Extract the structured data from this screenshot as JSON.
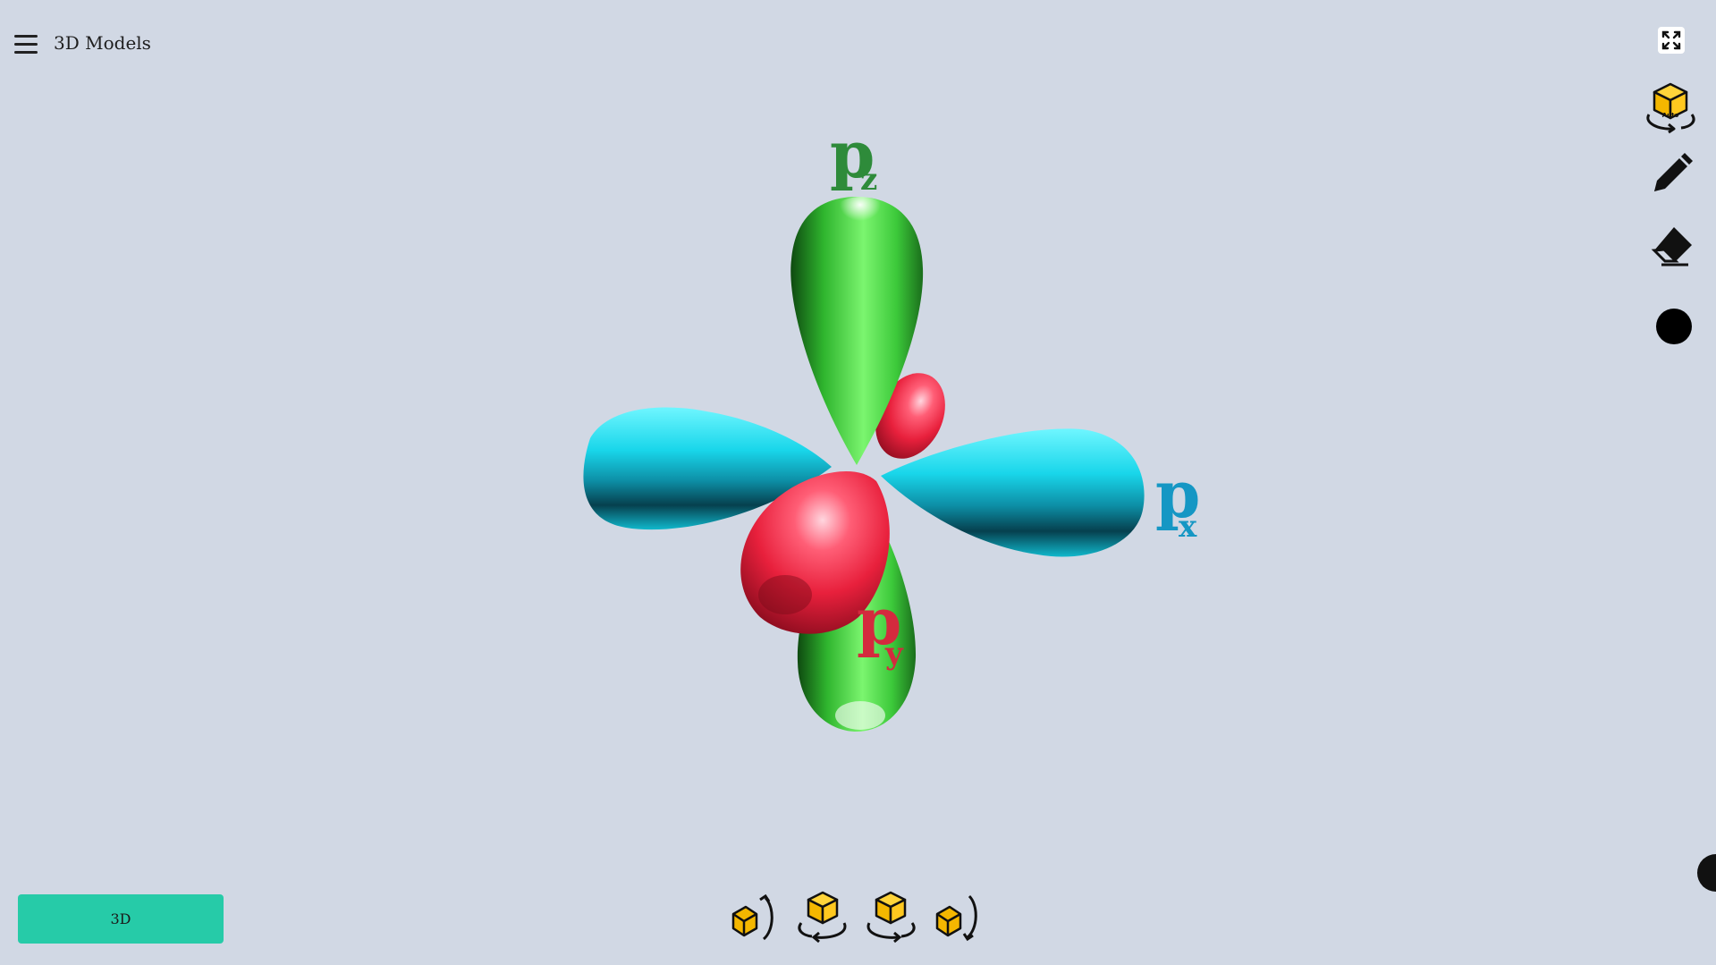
{
  "header": {
    "title": "3D Models"
  },
  "toolbar": {
    "fullscreen_icon": "expand-icon",
    "auto_rotate_icon": "auto-rotate-cube-icon",
    "auto_rotate_label": "Auto",
    "pen_icon": "pencil-icon",
    "eraser_icon": "eraser-icon",
    "color_swatch": "#000000"
  },
  "model": {
    "orbitals": [
      {
        "name": "p",
        "subscript": "z",
        "color": "#2e8b3a"
      },
      {
        "name": "p",
        "subscript": "x",
        "color": "#1597c4"
      },
      {
        "name": "p",
        "subscript": "y",
        "color": "#d42a3e"
      }
    ],
    "colors": {
      "pz_lobe": "#4ed84a",
      "px_lobe": "#1ee3f0",
      "py_lobe": "#f03a52"
    }
  },
  "bottom": {
    "mode_label": "3D",
    "rotate_buttons": [
      {
        "icon": "rotate-x-up-icon"
      },
      {
        "icon": "rotate-y-left-icon"
      },
      {
        "icon": "rotate-y-right-icon"
      },
      {
        "icon": "rotate-x-down-icon"
      }
    ]
  }
}
